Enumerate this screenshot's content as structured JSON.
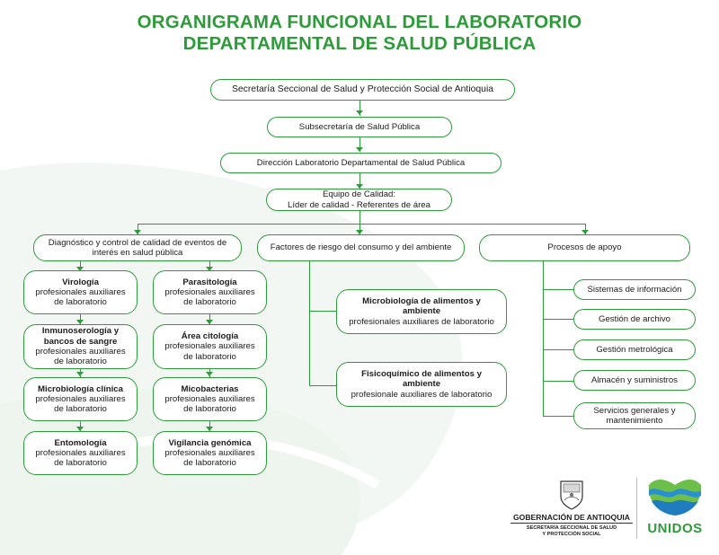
{
  "title": {
    "line1": "ORGANIGRAMA FUNCIONAL DEL LABORATORIO",
    "line2": "DEPARTAMENTAL DE SALUD PÚBLICA"
  },
  "top_chain": {
    "secretaria": "Secretaría Seccional de Salud y Protección Social de Antioquia",
    "subsecretaria": "Subsecretaría de Salud Pública",
    "direccion": "Dirección Laboratorio Departamental de Salud Pública",
    "calidad_line1": "Equipo de Calidad:",
    "calidad_line2": "Líder de calidad - Referentes de área"
  },
  "branches": {
    "diagnostico": "Diagnóstico y control de calidad de eventos de interés en salud pública",
    "factores": "Factores de riesgo del consumo y del ambiente",
    "procesos": "Procesos de apoyo"
  },
  "diagnostico_units": {
    "left": [
      {
        "name": "Virología",
        "staff": "profesionales auxiliares de laboratorio"
      },
      {
        "name": "Inmunoserología y bancos de sangre",
        "staff": "profesionales auxiliares de laboratorio"
      },
      {
        "name": "Microbiología clínica",
        "staff": "profesionales auxiliares de laboratorio"
      },
      {
        "name": "Entomología",
        "staff": "profesionales auxiliares de laboratorio"
      }
    ],
    "right": [
      {
        "name": "Parasitología",
        "staff": "profesionales auxiliares de laboratorio"
      },
      {
        "name": "Área citología",
        "staff": "profesionales auxiliares de laboratorio"
      },
      {
        "name": "Micobacterias",
        "staff": "profesionales auxiliares de laboratorio"
      },
      {
        "name": "Vigilancia genómica",
        "staff": "profesionales auxiliares de laboratorio"
      }
    ]
  },
  "factores_units": [
    {
      "name": "Microbiología de alimentos y ambiente",
      "staff": "profesionales auxiliares de laboratorio"
    },
    {
      "name": "Fisicoquímico de alimentos y ambiente",
      "staff": "profesionale auxiliares de laboratorio"
    }
  ],
  "procesos_units": [
    "Sistemas de información",
    "Gestión de archivo",
    "Gestión metrológica",
    "Almacén y suministros",
    "Servicios generales y mantenimiento"
  ],
  "footer": {
    "gob_name": "GOBERNACIÓN DE ANTIOQUIA",
    "gob_sub1": "SECRETARÍA SECCIONAL DE SALUD",
    "gob_sub2": "Y PROTECCIÓN SOCIAL",
    "unidos": "UNIDOS"
  },
  "colors": {
    "accent_green": "#2e9b3a",
    "logo_blue": "#2a8fd0",
    "logo_green": "#6cc04a"
  }
}
